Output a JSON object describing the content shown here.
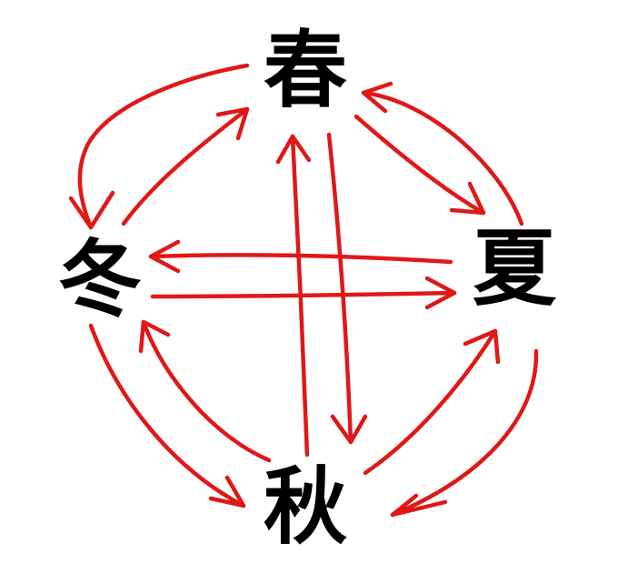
{
  "seasons": {
    "spring": "春",
    "summer": "夏",
    "autumn": "秋",
    "winter": "冬"
  },
  "arrows": [
    {
      "from": "spring",
      "to": "summer"
    },
    {
      "from": "summer",
      "to": "spring"
    },
    {
      "from": "summer",
      "to": "autumn"
    },
    {
      "from": "autumn",
      "to": "summer"
    },
    {
      "from": "autumn",
      "to": "winter"
    },
    {
      "from": "winter",
      "to": "autumn"
    },
    {
      "from": "winter",
      "to": "spring"
    },
    {
      "from": "spring",
      "to": "winter"
    },
    {
      "from": "spring",
      "to": "autumn"
    },
    {
      "from": "autumn",
      "to": "spring"
    },
    {
      "from": "summer",
      "to": "winter"
    },
    {
      "from": "winter",
      "to": "summer"
    }
  ],
  "colors": {
    "arrow": "#e01818",
    "text": "#000000",
    "background": "#ffffff"
  }
}
